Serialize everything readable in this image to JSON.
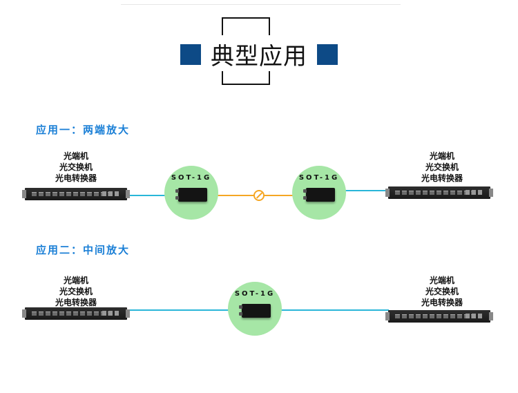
{
  "header": {
    "title": "典型应用"
  },
  "colors": {
    "accent_blue": "#0d4a86",
    "section_blue": "#1a7fd6",
    "fiber_cyan": "#29b6d8",
    "fiber_orange": "#f5a623",
    "amp_green": "#a6e6a6"
  },
  "app1": {
    "title": "应用一：两端放大",
    "left_device": {
      "lines": [
        "光端机",
        "光交换机",
        "光电转换器"
      ]
    },
    "right_device": {
      "lines": [
        "光端机",
        "光交换机",
        "光电转换器"
      ]
    },
    "amplifiers": [
      {
        "model": "SOT-1G"
      },
      {
        "model": "SOT-1G"
      }
    ],
    "link_icon": "fiber-break-icon"
  },
  "app2": {
    "title": "应用二：中间放大",
    "left_device": {
      "lines": [
        "光端机",
        "光交换机",
        "光电转换器"
      ]
    },
    "right_device": {
      "lines": [
        "光端机",
        "光交换机",
        "光电转换器"
      ]
    },
    "amplifiers": [
      {
        "model": "SOT-1G"
      }
    ]
  }
}
